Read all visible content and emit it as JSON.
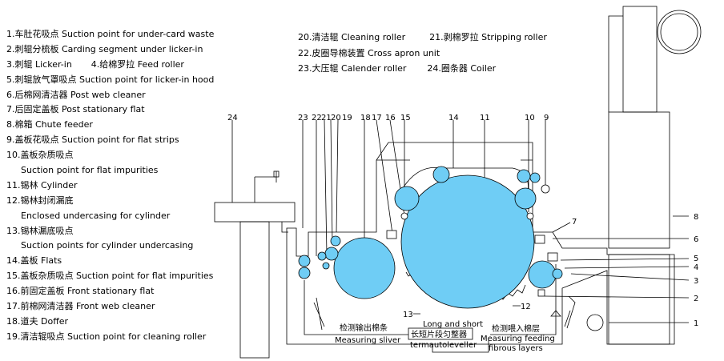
{
  "legend_left": [
    "1.车肚花吸点 Suction point for under-card waste",
    "2.刺辊分梳板 Carding segment under licker-in",
    [
      "3.刺辊 Licker-in",
      "4.给棉罗拉 Feed roller"
    ],
    "5.刺辊放气罩吸点 Suction point for licker-in hood",
    "6.后棉网清洁器 Post web cleaner",
    "7.后固定盖板 Post stationary flat",
    "8.棉箱 Chute feeder",
    "9.盖板花吸点 Suction point for flat strips",
    "10.盖板杂质吸点",
    "Suction point for flat impurities",
    "11.锡林 Cylinder",
    "12.锡林封闭漏底",
    "Enclosed undercasing for  cylinder",
    "13.锡林漏底吸点",
    "Suction points for cylinder undercasing",
    "14.盖板 Flats",
    "15.盖板杂质吸点 Suction point for flat impurities",
    "16.前固定盖板 Front stationary flat",
    "17.前棉网清洁器 Front web cleaner",
    "18.道夫 Doffer",
    "19.清洁辊吸点 Suction point for cleaning roller"
  ],
  "legend_top": [
    [
      "20.清洁辊 Cleaning roller",
      "21.剥棉罗拉 Stripping roller"
    ],
    "22.皮圈导棉装置 Cross apron unit",
    [
      "23.大压辊 Calender roller",
      "24.圈条器 Coiler"
    ]
  ],
  "callouts": {
    "n24": "24",
    "n23": "23",
    "n22": "22",
    "n21": "21",
    "n20": "20",
    "n19": "19",
    "n18": "18",
    "n17": "17",
    "n16": "16",
    "n15": "15",
    "n14": "14",
    "n11": "11",
    "n10": "10",
    "n9": "9",
    "n7": "7",
    "n8": "8",
    "n6": "6",
    "n5": "5",
    "n4": "4",
    "n3": "3",
    "n2": "2",
    "n1": "1",
    "n12": "12",
    "n13": "13"
  },
  "control": {
    "left_cn": "检测输出棉条",
    "left_en": "Measuring sliver",
    "center_top": "Long and short",
    "center_cn": "长短片段匀整器",
    "center_bottom": "termautoleveller",
    "right_cn": "检测喂入棉层",
    "right_en1": "Measuring feeding",
    "right_en2": "fibrous layers"
  },
  "colors": {
    "roller_fill": "#6fcdf5",
    "line": "#000000"
  }
}
